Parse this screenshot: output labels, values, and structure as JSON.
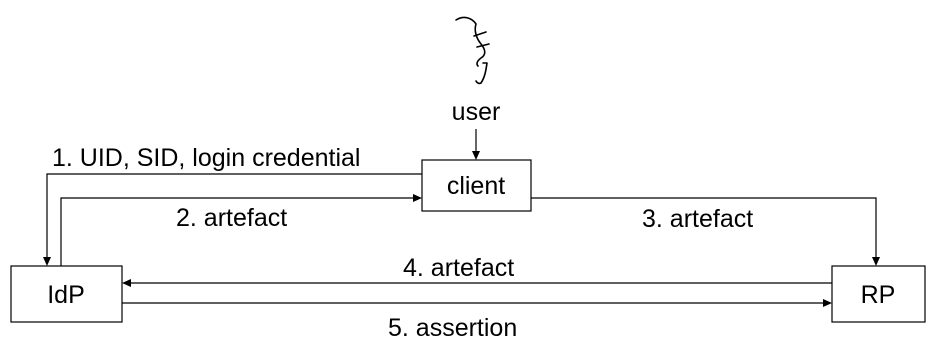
{
  "nodes": {
    "user": "user",
    "client": "client",
    "idp": "IdP",
    "rp": "RP"
  },
  "flows": {
    "step1": "1. UID, SID, login credential",
    "step2": "2. artefact",
    "step3": "3. artefact",
    "step4": "4. artefact",
    "step5": "5. assertion"
  },
  "icons": {
    "user": "hand-drawn-user-figure-icon"
  }
}
